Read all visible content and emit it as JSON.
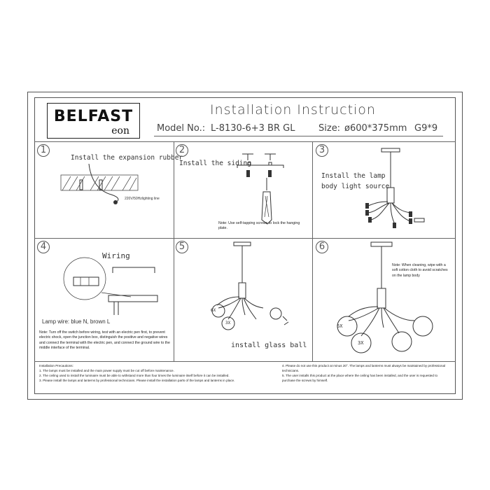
{
  "brand": {
    "name": "BELFAST",
    "sub": "eon"
  },
  "title": "Installation Instruction",
  "spec": {
    "model_label": "Model No.:",
    "model_value": "L-8130-6+3 BR GL",
    "size_label": "Size:",
    "size_value": "ø600*375mm",
    "bulb": "G9*9"
  },
  "steps": [
    {
      "num": "1",
      "label": "Install the expansion rubber",
      "wire_label": "220V/50Hzlighting line"
    },
    {
      "num": "2",
      "label": "Install the siding",
      "note": "Note: Use self-tapping screws to lock the hanging plate."
    },
    {
      "num": "3",
      "label_line1": "Install the lamp",
      "label_line2": "body light source"
    },
    {
      "num": "4",
      "label": "Wiring",
      "wire_label": "Lamp wire: blue N, brown L",
      "note": "Note: Turn off the switch before wiring, test with an electric pen first, to prevent electric shock, open the junction box, distinguish the positive and negative wires and connect the terminal with the electric pen, and connect the ground wire to the middle interface of the terminal."
    },
    {
      "num": "5",
      "label": "install glass ball",
      "qty_a": "6X",
      "qty_b": "3X"
    },
    {
      "num": "6",
      "note": "Note: When cleaning, wipe with a soft cotton cloth to avoid scratches on the lamp body",
      "qty_a": "6X",
      "qty_b": "3X"
    }
  ],
  "precautions": {
    "heading": "Installation Precautions:",
    "left": [
      "1. The lamps must be installed and the main power supply must be cut off before maintenance.",
      "2. The ceiling used to install the luminaire must be able to withstand more than four times the luminaire itself before it can be installed.",
      "3. Please install the lamps and lanterns by professional technicians. Please install the installation parts of the lamps and lanterns in place."
    ],
    "right": [
      "4. Please do not use this product at minus 20°. The lamps and lanterns must always be maintained by professional technicians.",
      "5. The user installs this product at the place where the ceiling has been installed, and the user is requested to purchase the screws by himself."
    ]
  }
}
